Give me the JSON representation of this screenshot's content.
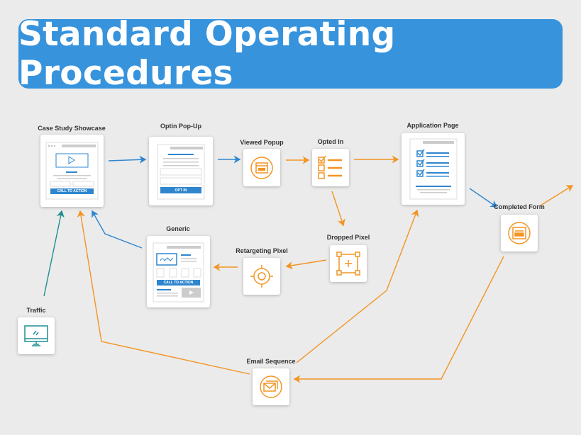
{
  "title": "Standard Operating Procedures",
  "colors": {
    "banner": "#3793dc",
    "blue": "#2f86cf",
    "orange": "#f39423",
    "teal": "#1f8e92",
    "background": "#ebebeb"
  },
  "nodes": {
    "case_study": {
      "label": "Case Study Showcase",
      "button": "CALL TO ACTION"
    },
    "optin": {
      "label": "Optin Pop-Up",
      "button": "OPT IN"
    },
    "viewed": {
      "label": "Viewed Popup",
      "icon": "popup-window-icon"
    },
    "opted": {
      "label": "Opted In",
      "icon": "checklist-icon"
    },
    "application": {
      "label": "Application Page",
      "icon": "checklist-page-icon"
    },
    "completed": {
      "label": "Completed Form",
      "icon": "form-icon"
    },
    "dropped": {
      "label": "Dropped Pixel",
      "icon": "pixel-select-icon"
    },
    "retargeting": {
      "label": "Retargeting Pixel",
      "icon": "crosshair-icon"
    },
    "generic": {
      "label": "Generic",
      "button": "CALL TO ACTION"
    },
    "traffic": {
      "label": "Traffic",
      "icon": "monitor-icon"
    },
    "email": {
      "label": "Email Sequence",
      "icon": "email-icon"
    }
  }
}
